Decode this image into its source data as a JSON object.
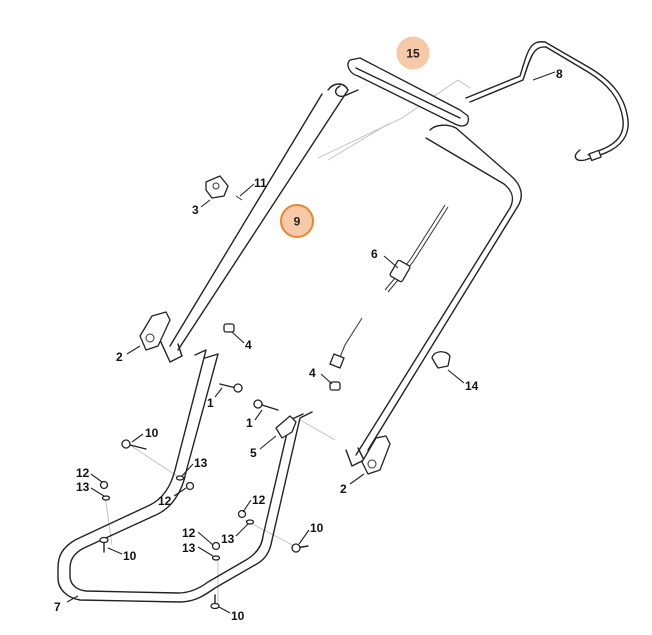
{
  "diagram": {
    "callouts": [
      {
        "id": "c15",
        "text": "15",
        "fill": "#f6c9a8",
        "stroke": "#f6c9a8"
      },
      {
        "id": "c9",
        "text": "9",
        "fill": "#f6c9a8",
        "stroke": "#e8862f"
      }
    ],
    "labels": [
      {
        "id": "l8",
        "text": "8"
      },
      {
        "id": "l11",
        "text": "11"
      },
      {
        "id": "l3",
        "text": "3"
      },
      {
        "id": "l6",
        "text": "6"
      },
      {
        "id": "l4a",
        "text": "4"
      },
      {
        "id": "l2a",
        "text": "2"
      },
      {
        "id": "l4b",
        "text": "4"
      },
      {
        "id": "l14",
        "text": "14"
      },
      {
        "id": "l1a",
        "text": "1"
      },
      {
        "id": "l1b",
        "text": "1"
      },
      {
        "id": "l10a",
        "text": "10"
      },
      {
        "id": "l5",
        "text": "5"
      },
      {
        "id": "l12a",
        "text": "12"
      },
      {
        "id": "l13a",
        "text": "13"
      },
      {
        "id": "l13b",
        "text": "13"
      },
      {
        "id": "l12b",
        "text": "12"
      },
      {
        "id": "l2b",
        "text": "2"
      },
      {
        "id": "l12c",
        "text": "12"
      },
      {
        "id": "l12d",
        "text": "12"
      },
      {
        "id": "l13c",
        "text": "13"
      },
      {
        "id": "l13d",
        "text": "13"
      },
      {
        "id": "l10b",
        "text": "10"
      },
      {
        "id": "l10c",
        "text": "10"
      },
      {
        "id": "l7",
        "text": "7"
      },
      {
        "id": "l10d",
        "text": "10"
      }
    ]
  }
}
